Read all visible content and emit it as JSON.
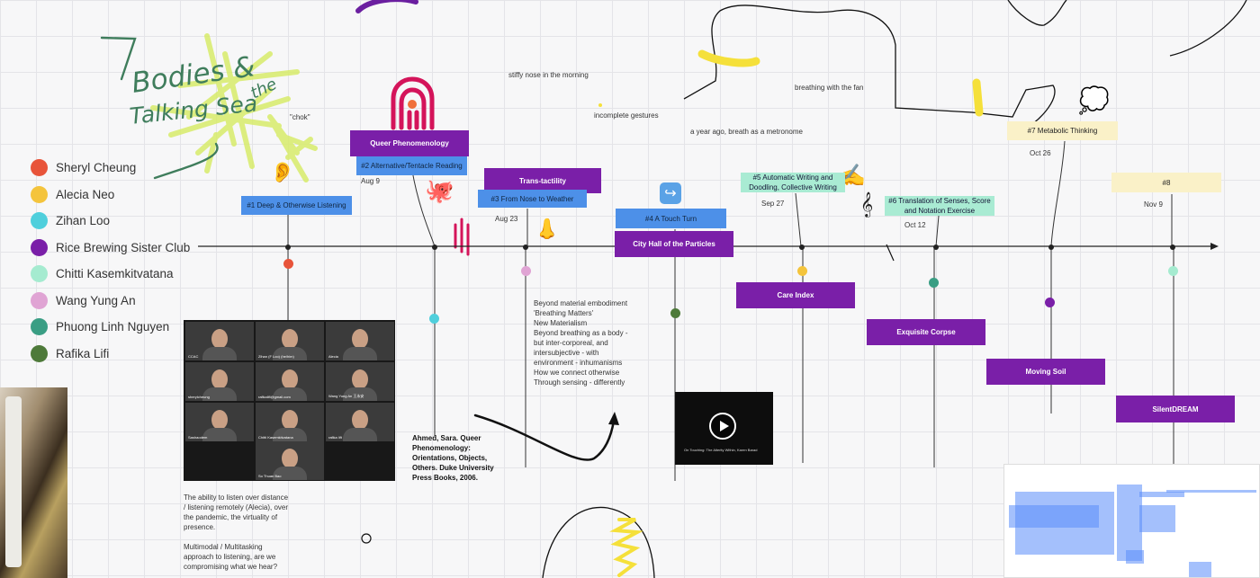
{
  "legend": [
    {
      "name": "Sheryl Cheung",
      "color": "#e8543a"
    },
    {
      "name": "Alecia Neo",
      "color": "#f4c43c"
    },
    {
      "name": "Zihan Loo",
      "color": "#4fcfdc"
    },
    {
      "name": "Rice Brewing Sister Club",
      "color": "#7a1fa8"
    },
    {
      "name": "Chitti  Kasemkitvatana",
      "color": "#a5ebd0"
    },
    {
      "name": "Wang Yung An",
      "color": "#e0a4d4"
    },
    {
      "name": "Phuong Linh Nguyen",
      "color": "#3a9e84"
    },
    {
      "name": "Rafika Lifi",
      "color": "#4e7a3a"
    }
  ],
  "title": {
    "line1": "7",
    "line2": "Bodies &",
    "line3": "the",
    "line4": "Talking Sea"
  },
  "timeline": {
    "session1": {
      "label": "#1 Deep & Otherwise Listening"
    },
    "session2": {
      "label": "#2 Alternative/Tentacle Reading",
      "date": "Aug 9",
      "header": "Queer Phenomenology"
    },
    "session3": {
      "label": "#3 From Nose to Weather",
      "date": "Aug 23",
      "header": "Trans-tactility"
    },
    "session4": {
      "label": "#4 A Touch Turn",
      "header": "City Hall of the Particles"
    },
    "session5": {
      "label": "#5 Automatic Writing and Doodling, Collective Writing",
      "date": "Sep 27",
      "footer": "Care Index"
    },
    "session6": {
      "label": "#6 Translation of Senses, Score and Notation Exercise",
      "date": "Oct 12",
      "footer": "Exquisite Corpse"
    },
    "session7": {
      "label": "#7 Metabolic Thinking",
      "date": "Oct 26",
      "footer": "Moving Soil"
    },
    "session8": {
      "label": "#8",
      "date": "Nov 9",
      "footer": "SilentDREAM"
    }
  },
  "notes": {
    "chok": "\"chok\"",
    "stiffy": "stiffy nose in the morning",
    "incomplete": "incomplete gestures",
    "year_ago": "a year ago, breath as a metronome",
    "fan": "breathing with the fan",
    "beyond": "Beyond material embodiment\n'Breathing Matters'\nNew Materialism\nBeyond breathing as a body - but inter-corporeal, and intersubjective - with environment - inhumanisms\nHow we connect otherwise\nThrough sensing - differently",
    "ahmed": "Ahmed, Sara. Queer Phenomenology: Orientations, Objects, Others. Duke University Press Books, 2006.",
    "listen": "The ability to listen over distance / listening remotely (Alecia), over the pandemic, the virtuality of presence.\n\nMultimodal / Multitasking approach to listening, are we compromising what we hear?"
  },
  "zoom_tiles": [
    "CCAC",
    "Zihan (F Loo) (he/him)",
    "Alecia",
    "sherylcheung",
    "rafikalifi@gmail.com",
    "Wang Yung An 王永安",
    "Sashaodem",
    "Chitti Kasemkitvatana",
    "rafika lift",
    "So Thuan Bao"
  ],
  "video": {
    "caption": "On Touching: The Alterity Within, Karen Barad"
  },
  "icons": {
    "ear": "👂",
    "octopus": "🐙",
    "nose": "👃",
    "thought": "💭",
    "writing": "✍",
    "music": "𝄞",
    "turn": "↪"
  }
}
